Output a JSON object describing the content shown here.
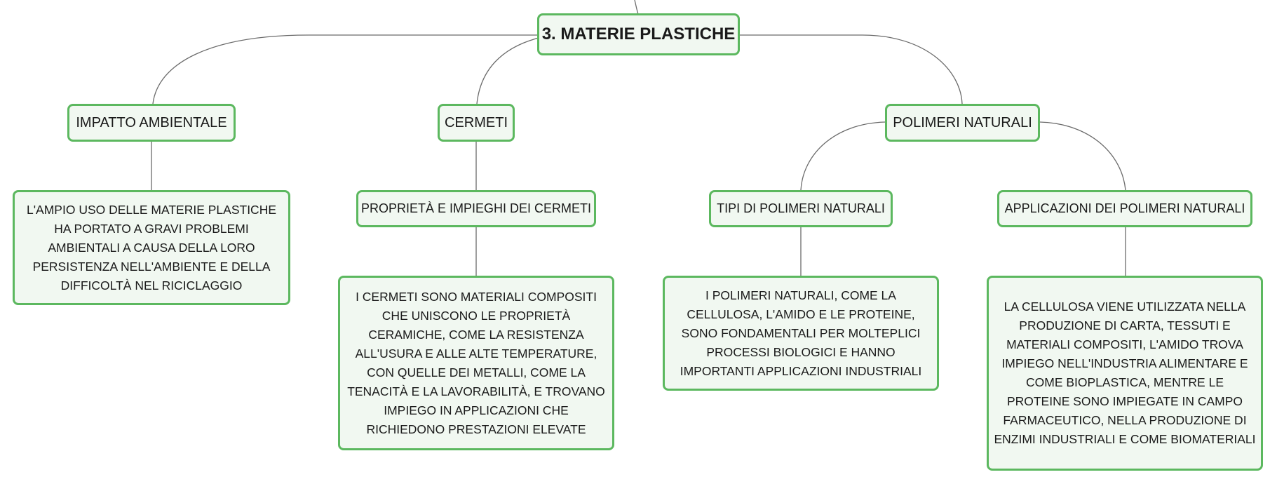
{
  "colors": {
    "node_border": "#5cb85f",
    "node_fill": "#f1f8f1",
    "connector": "#6b6b6b",
    "text": "#1a1a1a"
  },
  "root": {
    "label": "3. MATERIE PLASTICHE"
  },
  "branches": {
    "impatto": {
      "label": "IMPATTO AMBIENTALE",
      "detail": "L'AMPIO USO DELLE MATERIE PLASTICHE HA PORTATO A GRAVI PROBLEMI AMBIENTALI A CAUSA DELLA LORO PERSISTENZA NELL'AMBIENTE E DELLA DIFFICOLTÀ NEL RICICLAGGIO"
    },
    "cermeti": {
      "label": "CERMETI",
      "sub": {
        "label": "PROPRIETÀ E IMPIEGHI DEI CERMETI",
        "detail": "I CERMETI SONO MATERIALI COMPOSITI CHE UNISCONO LE PROPRIETÀ CERAMICHE, COME LA RESISTENZA ALL'USURA E ALLE ALTE TEMPERATURE, CON QUELLE DEI METALLI, COME LA TENACITÀ E LA LAVORABILITÀ, E TROVANO IMPIEGO IN APPLICAZIONI CHE RICHIEDONO PRESTAZIONI ELEVATE"
      }
    },
    "polimeri": {
      "label": "POLIMERI NATURALI",
      "tipi": {
        "label": "TIPI DI POLIMERI NATURALI",
        "detail": "I POLIMERI NATURALI, COME LA CELLULOSA, L'AMIDO E LE PROTEINE, SONO FONDAMENTALI PER MOLTEPLICI PROCESSI BIOLOGICI E HANNO IMPORTANTI APPLICAZIONI INDUSTRIALI"
      },
      "applicazioni": {
        "label": "APPLICAZIONI DEI POLIMERI NATURALI",
        "detail": "LA CELLULOSA VIENE UTILIZZATA NELLA PRODUZIONE DI CARTA, TESSUTI E MATERIALI COMPOSITI, L'AMIDO TROVA IMPIEGO NELL'INDUSTRIA ALIMENTARE E COME BIOPLASTICA, MENTRE LE PROTEINE SONO IMPIEGATE IN CAMPO FARMACEUTICO, NELLA PRODUZIONE DI ENZIMI INDUSTRIALI E COME BIOMATERIALI"
      }
    }
  }
}
